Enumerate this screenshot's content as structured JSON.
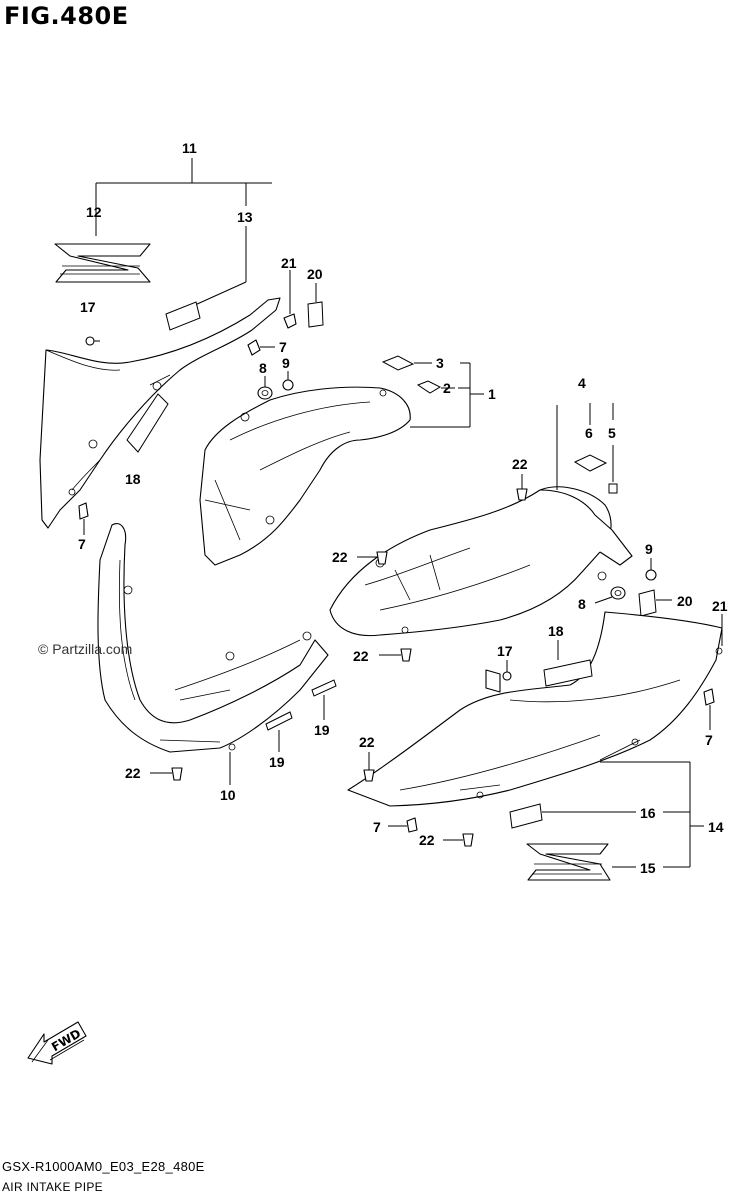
{
  "figure_title": "FIG.480E",
  "footer": {
    "code": "GSX-R1000AM0_E03_E28_480E",
    "caption": "AIR INTAKE PIPE"
  },
  "watermark": "© Partzilla.com",
  "fwd_label": "FWD",
  "callouts": {
    "c11": "11",
    "c12": "12",
    "c13": "13",
    "c17a": "17",
    "c21a": "21",
    "c20a": "20",
    "c7a": "7",
    "c9a": "9",
    "c8a": "8",
    "c3": "3",
    "c2": "2",
    "c1": "1",
    "c18a": "18",
    "c7b": "7",
    "c4": "4",
    "c6": "6",
    "c5": "5",
    "c22a": "22",
    "c22b": "22",
    "c9b": "9",
    "c8b": "8",
    "c20b": "20",
    "c21b": "21",
    "c18b": "18",
    "c22c": "22",
    "c17b": "17",
    "c7c": "7",
    "c19a": "19",
    "c19b": "19",
    "c22d": "22",
    "c10": "10",
    "c22e": "22",
    "c16": "16",
    "c14": "14",
    "c7d": "7",
    "c22f": "22",
    "c15": "15"
  }
}
